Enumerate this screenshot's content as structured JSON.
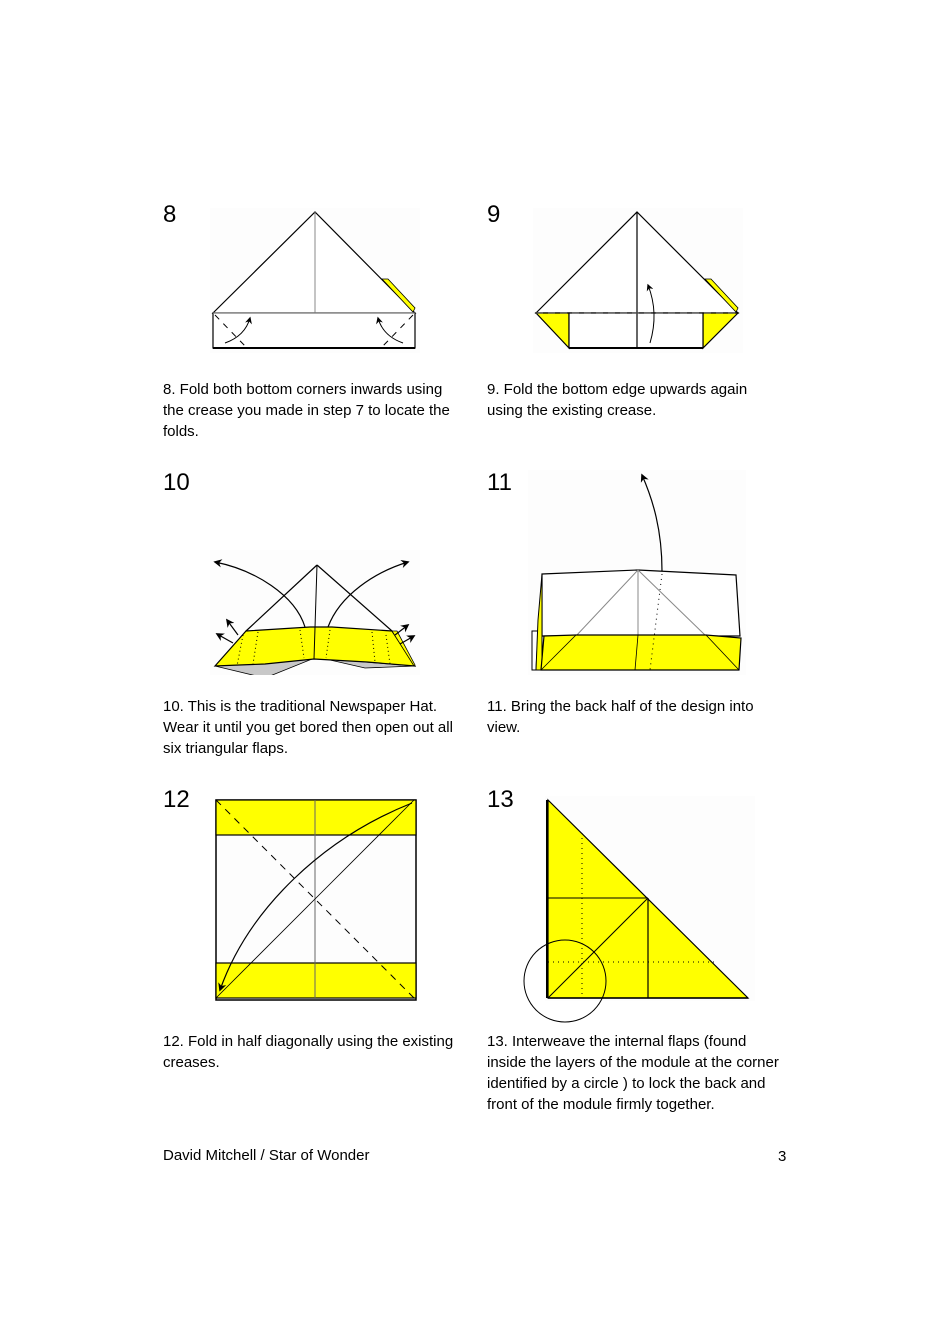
{
  "page": {
    "footer_left": "David Mitchell / Star of Wonder",
    "page_number": "3"
  },
  "colors": {
    "paper_yellow": "#FFFF00",
    "line": "#000000",
    "crease_gray": "#808080",
    "underside_gray": "#C8C8C8"
  },
  "steps": [
    {
      "number": "8",
      "caption": "8. Fold both bottom corners inwards using the crease you made in step 7 to locate the folds."
    },
    {
      "number": "9",
      "caption": "9. Fold the bottom edge upwards again using the existing crease."
    },
    {
      "number": "10",
      "caption": "10. This is the traditional Newspaper Hat. Wear it until you get bored then open out all six triangular flaps."
    },
    {
      "number": "11",
      "caption": "11. Bring the back half of the design into view."
    },
    {
      "number": "12",
      "caption": "12.  Fold in half diagonally using the existing creases."
    },
    {
      "number": "13",
      "caption": "13. Interweave the internal flaps  (found inside the layers of the module at the corner identified by a circle )  to lock the back and front of the module firmly together."
    }
  ]
}
